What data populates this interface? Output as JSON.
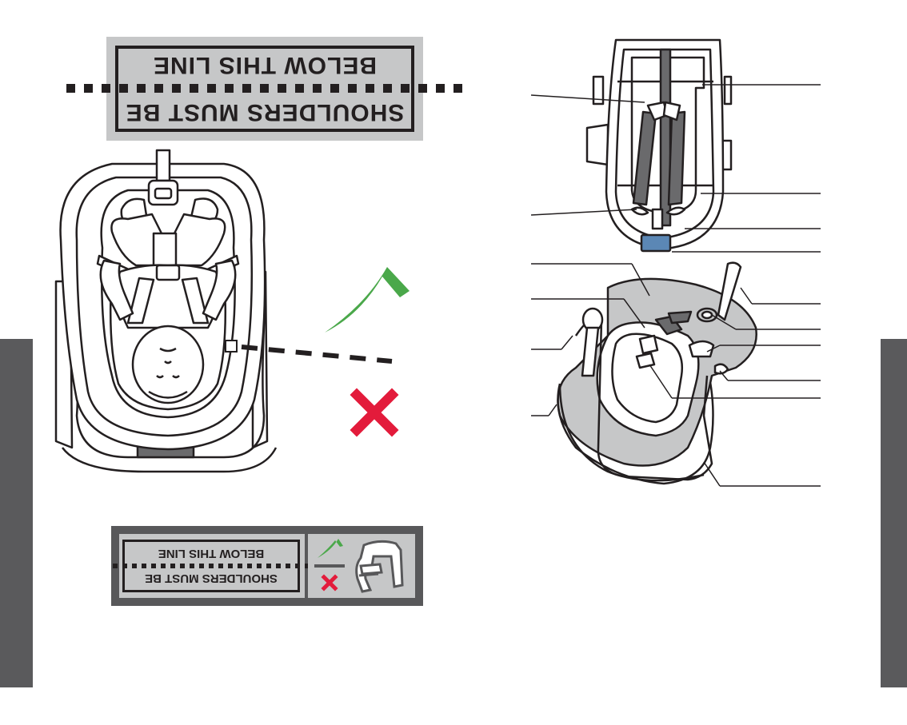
{
  "label_large": {
    "line_top": "SHOULDERS MUST BE",
    "line_bottom": "BELOW THIS LINE"
  },
  "label_small": {
    "line_top": "SHOULDERS MUST BE",
    "line_bottom": "BELOW THIS LINE"
  },
  "colors": {
    "side_tab": "#5a5a5c",
    "label_gray": "#c6c7c8",
    "check_green": "#4aa84a",
    "cross_red": "#e31b3b",
    "handle_blue": "#5b87b5"
  },
  "icons": [
    "check-icon",
    "cross-icon",
    "seat-icon"
  ]
}
